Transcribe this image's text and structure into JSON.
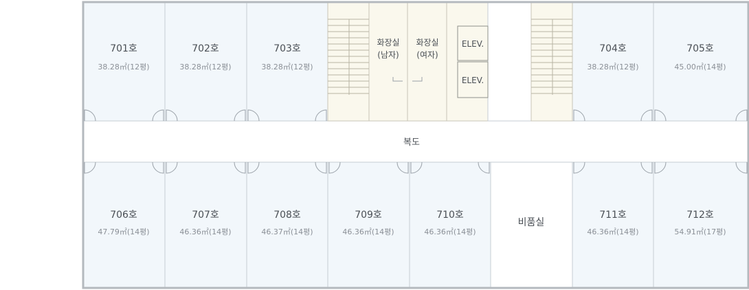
{
  "corridor_label": "복도",
  "storage_label": "비품실",
  "restroom_male": [
    "화장실",
    "(남자)"
  ],
  "restroom_female": [
    "화장실",
    "(여자)"
  ],
  "elevators": [
    "ELEV.",
    "ELEV."
  ],
  "rooms": [
    {
      "name": "701호",
      "area": "38.28㎡(12평)"
    },
    {
      "name": "702호",
      "area": "38.28㎡(12평)"
    },
    {
      "name": "703호",
      "area": "38.28㎡(12평)"
    },
    {
      "name": "704호",
      "area": "38.28㎡(12평)"
    },
    {
      "name": "705호",
      "area": "45.00㎡(14평)"
    },
    {
      "name": "706호",
      "area": "47.79㎡(14평)"
    },
    {
      "name": "707호",
      "area": "46.36㎡(14평)"
    },
    {
      "name": "708호",
      "area": "46.37㎡(14평)"
    },
    {
      "name": "709호",
      "area": "46.36㎡(14평)"
    },
    {
      "name": "710호",
      "area": "46.36㎡(14평)"
    },
    {
      "name": "711호",
      "area": "46.36㎡(14평)"
    },
    {
      "name": "712호",
      "area": "54.91㎡(17평)"
    }
  ]
}
